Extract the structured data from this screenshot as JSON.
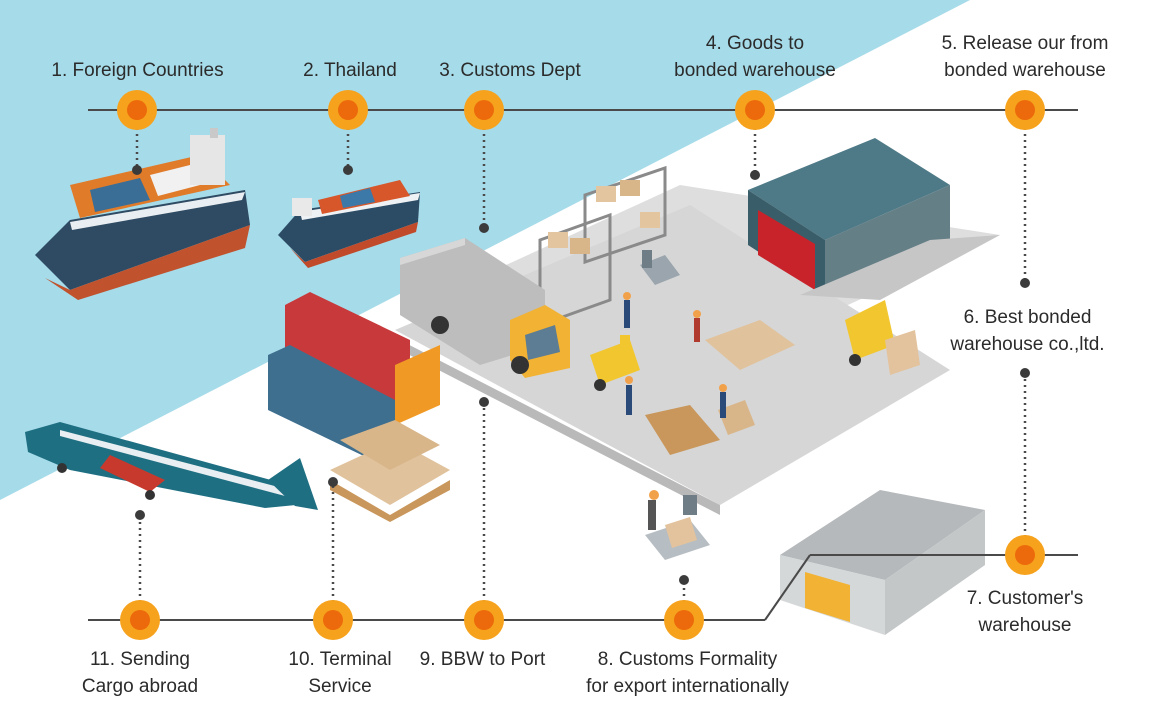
{
  "colors": {
    "sky": "#a6dbe9",
    "ground": "#efefef",
    "floor": "#d9d9d9",
    "line": "#4a4a4a",
    "node_outer": "#f6a21d",
    "node_inner": "#ec6a0b",
    "label": "#2b2b2b"
  },
  "steps": [
    {
      "label": [
        "1. Foreign Countries"
      ]
    },
    {
      "label": [
        "2. Thailand"
      ]
    },
    {
      "label": [
        "3. Customs Dept"
      ]
    },
    {
      "label": [
        "4. Goods to",
        "bonded warehouse"
      ]
    },
    {
      "label": [
        "5. Release our from",
        "bonded warehouse"
      ]
    },
    {
      "label": [
        "6. Best bonded",
        "warehouse co.,ltd."
      ]
    },
    {
      "label": [
        "7. Customer's",
        "warehouse"
      ]
    },
    {
      "label": [
        "8. Customs Formality",
        "for export internationally"
      ]
    },
    {
      "label": [
        "9. BBW to Port"
      ]
    },
    {
      "label": [
        "10.  Terminal",
        "Service"
      ]
    },
    {
      "label": [
        "11. Sending",
        "Cargo abroad"
      ]
    }
  ],
  "illustrations": [
    {
      "name": "container-ship-icon"
    },
    {
      "name": "cargo-ship-icon"
    },
    {
      "name": "delivery-truck-icon"
    },
    {
      "name": "shipping-containers-icon"
    },
    {
      "name": "warehouse-shelves-icon"
    },
    {
      "name": "forklift-icon"
    },
    {
      "name": "bonded-warehouse-icon"
    },
    {
      "name": "customer-warehouse-icon"
    },
    {
      "name": "cargo-airplane-icon"
    },
    {
      "name": "cargo-boxes-icon"
    },
    {
      "name": "weighing-scale-icon"
    },
    {
      "name": "worker-icon"
    }
  ]
}
